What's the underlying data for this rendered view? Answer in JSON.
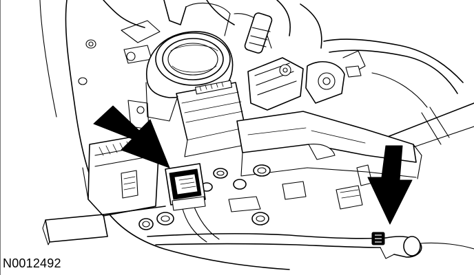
{
  "figure": {
    "id_label": "N0012492"
  },
  "illustration": {
    "style": "black line-art technical drawing",
    "background_color": "#ffffff",
    "line_color": "#000000",
    "callout_arrow_count": 2
  }
}
